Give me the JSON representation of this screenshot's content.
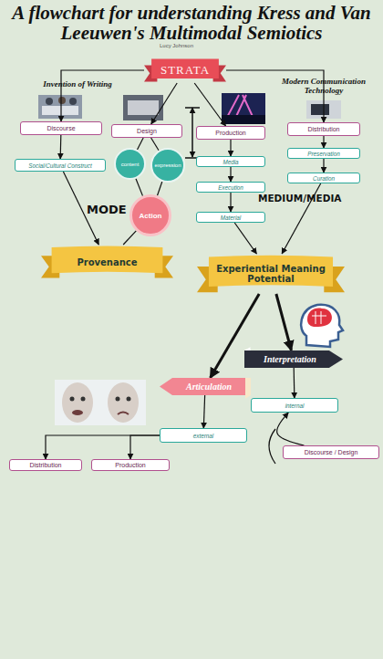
{
  "diagram": {
    "title": "A flowchart for understanding Kress and Van Leeuwen's Multimodal Semiotics",
    "nodes": [
      {
        "text": [
          "STRATA"
        ]
      },
      {
        "text": [
          "Discourse"
        ]
      },
      {
        "text": [
          "Design"
        ]
      },
      {
        "text": [
          "Production"
        ]
      },
      {
        "text": [
          "Distribution"
        ]
      },
      {
        "text": [
          "Social/Cultural Construct"
        ]
      },
      {
        "text": [
          "content"
        ]
      },
      {
        "text": [
          "expression"
        ]
      },
      {
        "text": [
          "Media"
        ]
      },
      {
        "text": [
          "Preservation"
        ]
      },
      {
        "text": [
          "Execution"
        ]
      },
      {
        "text": [
          "Curation"
        ]
      },
      {
        "text": [
          "Action"
        ]
      },
      {
        "text": [
          "Material"
        ]
      },
      {
        "text": [
          "Provenance"
        ]
      },
      {
        "text": [
          "Experiential Meaning Potential"
        ]
      },
      {
        "text": [
          "Interpretation"
        ]
      },
      {
        "text": [
          "Articulation"
        ]
      },
      {
        "text": [
          "internal"
        ]
      },
      {
        "text": [
          "external"
        ]
      },
      {
        "text": [
          "Discourse / Design"
        ]
      },
      {
        "text": [
          "Distribution"
        ]
      },
      {
        "text": [
          "Production"
        ]
      }
    ],
    "edges": [
      {
        "from": 0,
        "to": 1,
        "arrow": "to"
      },
      {
        "from": 0,
        "to": 2,
        "arrow": "to"
      },
      {
        "from": 0,
        "to": 3,
        "arrow": "to"
      },
      {
        "from": 0,
        "to": 4,
        "arrow": "to"
      },
      {
        "from": 1,
        "to": 5,
        "arrow": "to"
      },
      {
        "from": 2,
        "to": 6,
        "arrow": "none"
      },
      {
        "from": 2,
        "to": 7,
        "arrow": "none"
      },
      {
        "from": 6,
        "to": 12,
        "arrow": "none"
      },
      {
        "from": 7,
        "to": 12,
        "arrow": "none"
      },
      {
        "from": 3,
        "to": 8,
        "arrow": "to"
      },
      {
        "from": 8,
        "to": 10,
        "arrow": "to"
      },
      {
        "from": 10,
        "to": 13,
        "arrow": "to"
      },
      {
        "from": 4,
        "to": 9,
        "arrow": "to"
      },
      {
        "from": 9,
        "to": 11,
        "arrow": "to"
      },
      {
        "from": 5,
        "to": 14,
        "arrow": "to"
      },
      {
        "from": 12,
        "to": 14,
        "arrow": "none"
      },
      {
        "from": 13,
        "to": 15,
        "arrow": "to"
      },
      {
        "from": 11,
        "to": 15,
        "arrow": "to"
      },
      {
        "from": 15,
        "to": 17,
        "arrow": "to"
      },
      {
        "from": 15,
        "to": 16,
        "arrow": "to"
      },
      {
        "from": 16,
        "to": 18,
        "arrow": "to"
      },
      {
        "from": 17,
        "to": 19,
        "arrow": "to"
      },
      {
        "from": 20,
        "to": 18,
        "arrow": "to"
      },
      {
        "from": 19,
        "to": 21,
        "arrow": "to"
      },
      {
        "from": 19,
        "to": 22,
        "arrow": "to"
      }
    ],
    "labels": [
      "Lucy Johnson",
      "Invention of Writing",
      "Modern Communication Technology",
      "MODE",
      "MEDIUM/MEDIA"
    ]
  }
}
